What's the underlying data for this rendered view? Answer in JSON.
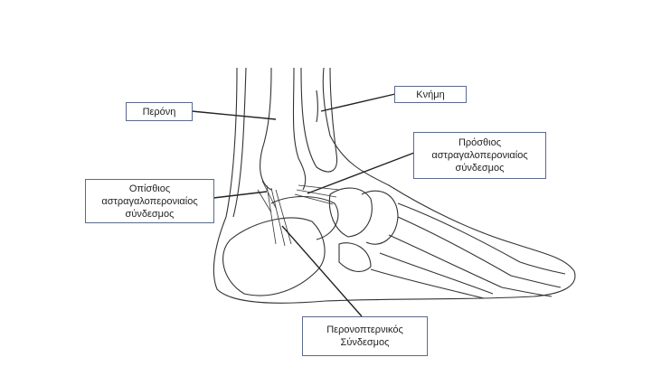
{
  "labels": {
    "fibula": "Περόνη",
    "tibia": "Κνήμη",
    "anterior": [
      "Πρόσθιος",
      "αστραγαλοπερονιαίος",
      "σύνδεσμος"
    ],
    "posterior": [
      "Οπίσθιος",
      "αστραγαλοπερονιαίος",
      "σύνδεσμος"
    ],
    "calcaneofibular": [
      "Περονοπτερνικός",
      "Σύνδεσμος"
    ]
  },
  "colors": {
    "box_border": "#5a6b8c",
    "line": "#222222"
  }
}
